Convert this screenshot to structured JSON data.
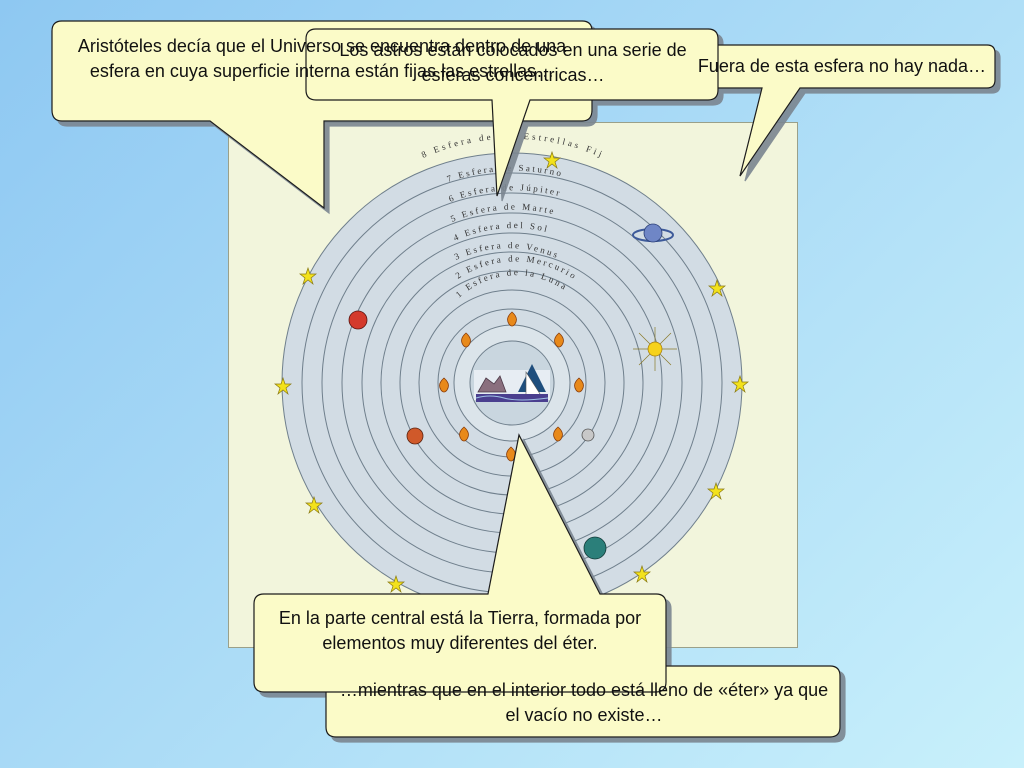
{
  "slide": {
    "callouts": {
      "aristoteles": "Aristóteles decía que el Universo se encuentra dentro de una esfera en cuya superficie interna están fijas las estrellas…",
      "esfera": "Fuera de esta esfera no hay nada…",
      "astros": "Los astros están colocados en una serie de esferas concéntricas…",
      "eter": "…mientras que en el interior todo está lleno de «éter» ya que el vacío no existe…",
      "tierra": "En la parte central está la Tierra, formada por elementos muy diferentes del éter."
    },
    "spheres": {
      "s8": "8  Esfera de las Estrellas Fijas",
      "s7": "7  Esfera de Saturno",
      "s6": "6  Esfera de Júpiter",
      "s5": "5  Esfera de Marte",
      "s4": "4  Esfera del Sol",
      "s3": "3  Esfera de Venus",
      "s2": "2  Esfera de Mercurio",
      "s1": "1  Esfera de la Luna"
    },
    "colors": {
      "bubble_fill": "#fbfbc8",
      "ring_fill": "#d2dce4",
      "ring_stroke": "#6f7f8c",
      "star": "#f3e21c",
      "fire": "#e8891a"
    }
  }
}
